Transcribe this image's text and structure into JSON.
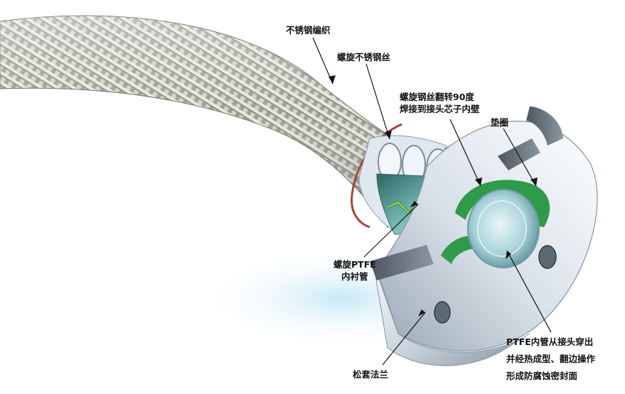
{
  "labels": {
    "braid": "不锈钢编织",
    "spiral_wire": "螺旋不锈钢丝",
    "weld_line1": "螺旋钢丝翻转90度",
    "weld_line2": "焊接到接头芯子内壁",
    "gasket": "垫圈",
    "ptfe_liner_line1": "螺旋PTFE",
    "ptfe_liner_line2": "内衬管",
    "ptfe_pass_line1": "PTFE内管从接头穿出",
    "ptfe_pass_line2": "并经热成型、翻边操作",
    "ptfe_pass_line3": "形成防腐蚀密封面",
    "flange": "松套法兰"
  },
  "colors": {
    "braid_light": "#e6e6dc",
    "braid_mid": "#b5b6a8",
    "braid_dark": "#6f7068",
    "steel_light": "#f4f7fa",
    "steel_mid": "#c9d3dc",
    "steel_dark": "#7f8d99",
    "ptfe_green": "#2f9a4a",
    "ptfe_yellow": "#e9de4a",
    "liner_teal": "#5fa9a6",
    "liner_dark": "#2f6462"
  }
}
